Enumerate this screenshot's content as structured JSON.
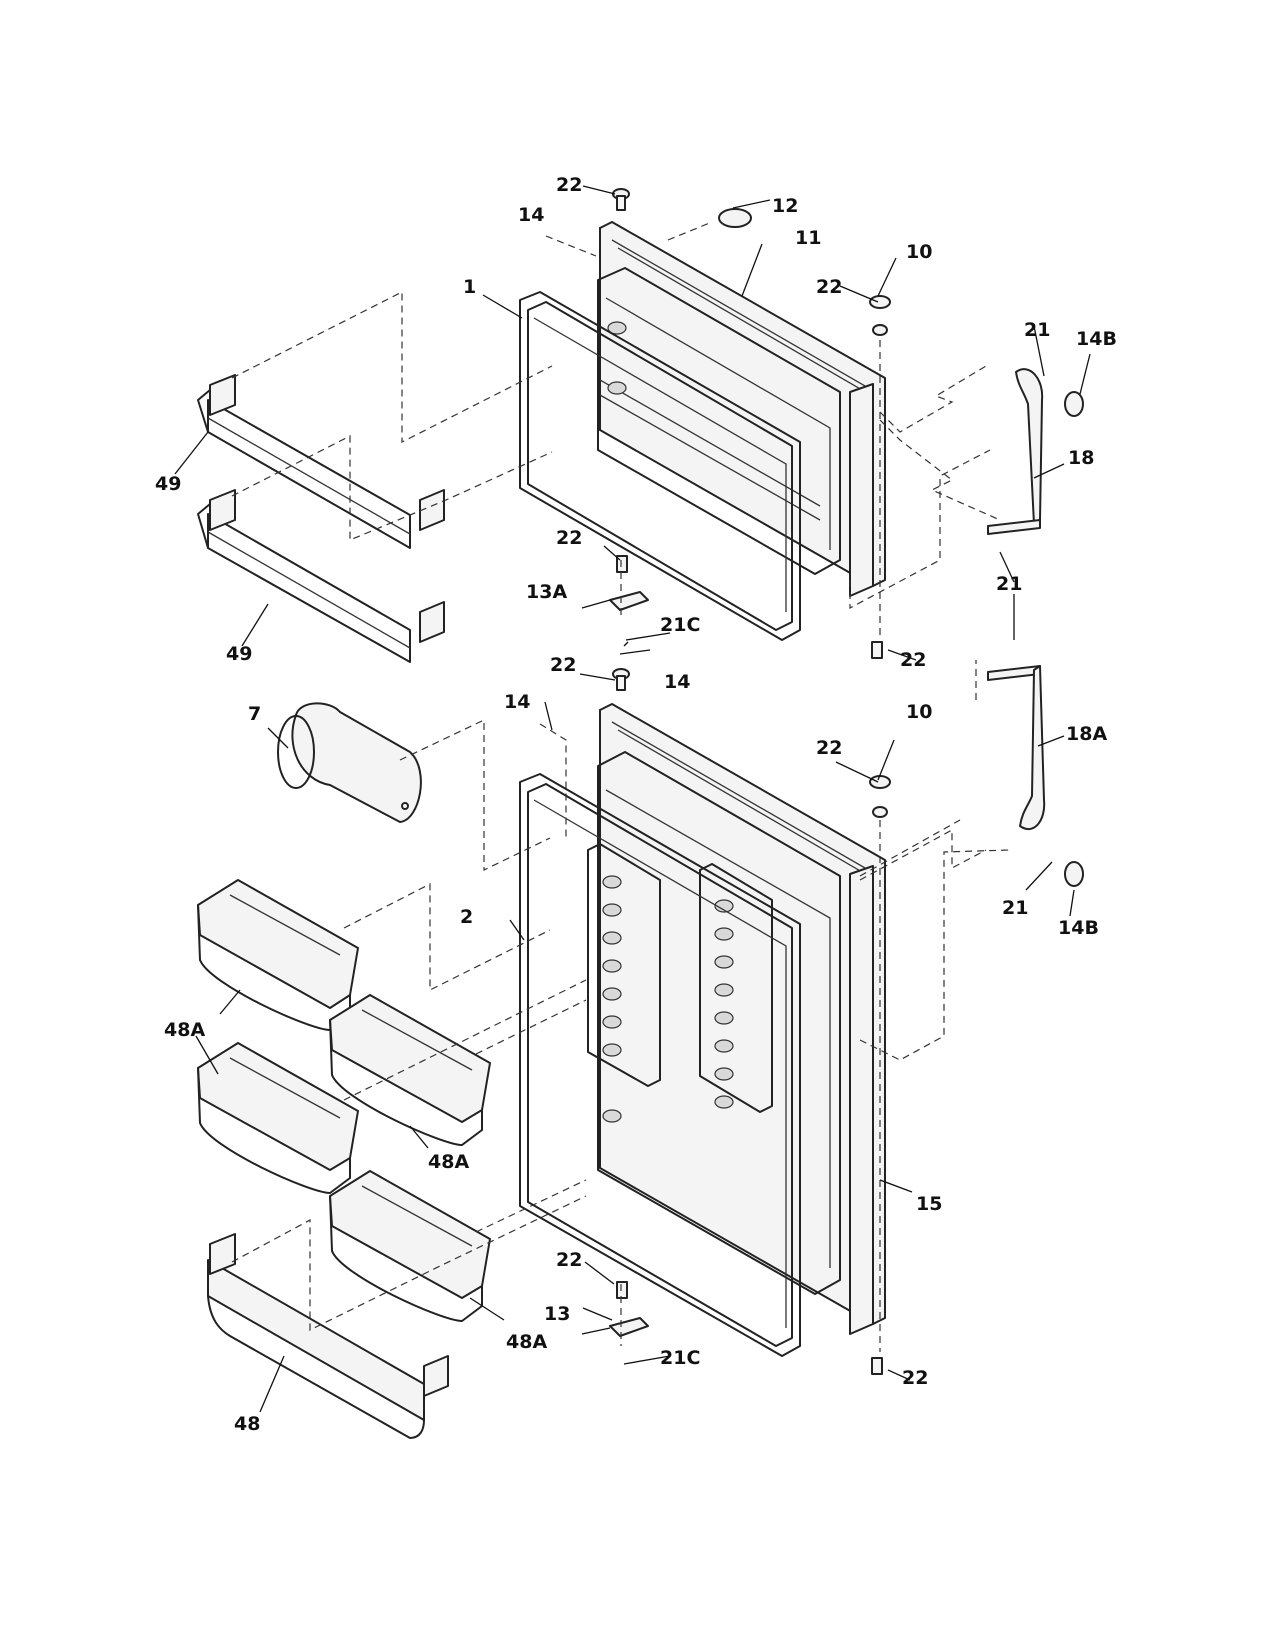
{
  "diagram": {
    "labels": {
      "p1": "1",
      "p2": "2",
      "p7": "7",
      "p10a": "10",
      "p10b": "10",
      "p11": "11",
      "p12": "12",
      "p13": "13",
      "p13a": "13A",
      "p14a": "14",
      "p14b": "14",
      "p14c": "14",
      "p14b_1": "14B",
      "p14b_2": "14B",
      "p15": "15",
      "p18": "18",
      "p18a": "18A",
      "p21a": "21",
      "p21b": "21",
      "p21c": "21",
      "p21c_1": "21C",
      "p21c_2": "21C",
      "p22a": "22",
      "p22b": "22",
      "p22c": "22",
      "p22d": "22",
      "p22e": "22",
      "p22f": "22",
      "p22g": "22",
      "p22h": "22",
      "p48": "48",
      "p48a_1": "48A",
      "p48a_2": "48A",
      "p48a_3": "48A",
      "p49a": "49",
      "p49b": "49"
    }
  }
}
